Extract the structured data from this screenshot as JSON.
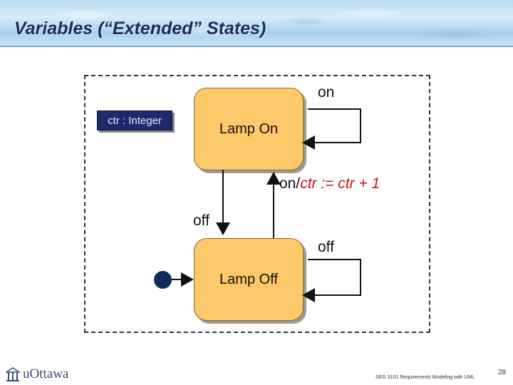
{
  "header": {
    "title": "Variables (“Extended” States)"
  },
  "diagram": {
    "variable": "ctr : Integer",
    "states": {
      "on": "Lamp On",
      "off": "Lamp Off"
    },
    "transitions": {
      "self_on": "on",
      "on_to_off": "off",
      "self_off": "off",
      "off_to_on_event": "on/",
      "off_to_on_action": "ctr := ctr + 1"
    }
  },
  "footer": {
    "logo_text": "uOttawa",
    "course": "SEG 3101 Requirements Modeling with UML",
    "page": "28"
  },
  "colors": {
    "state_fill": "#fdc86a",
    "variable_box": "#1e2a6b",
    "initial_state": "#152a5c",
    "action_text": "#c0141c",
    "title_text": "#1c2b5e"
  }
}
